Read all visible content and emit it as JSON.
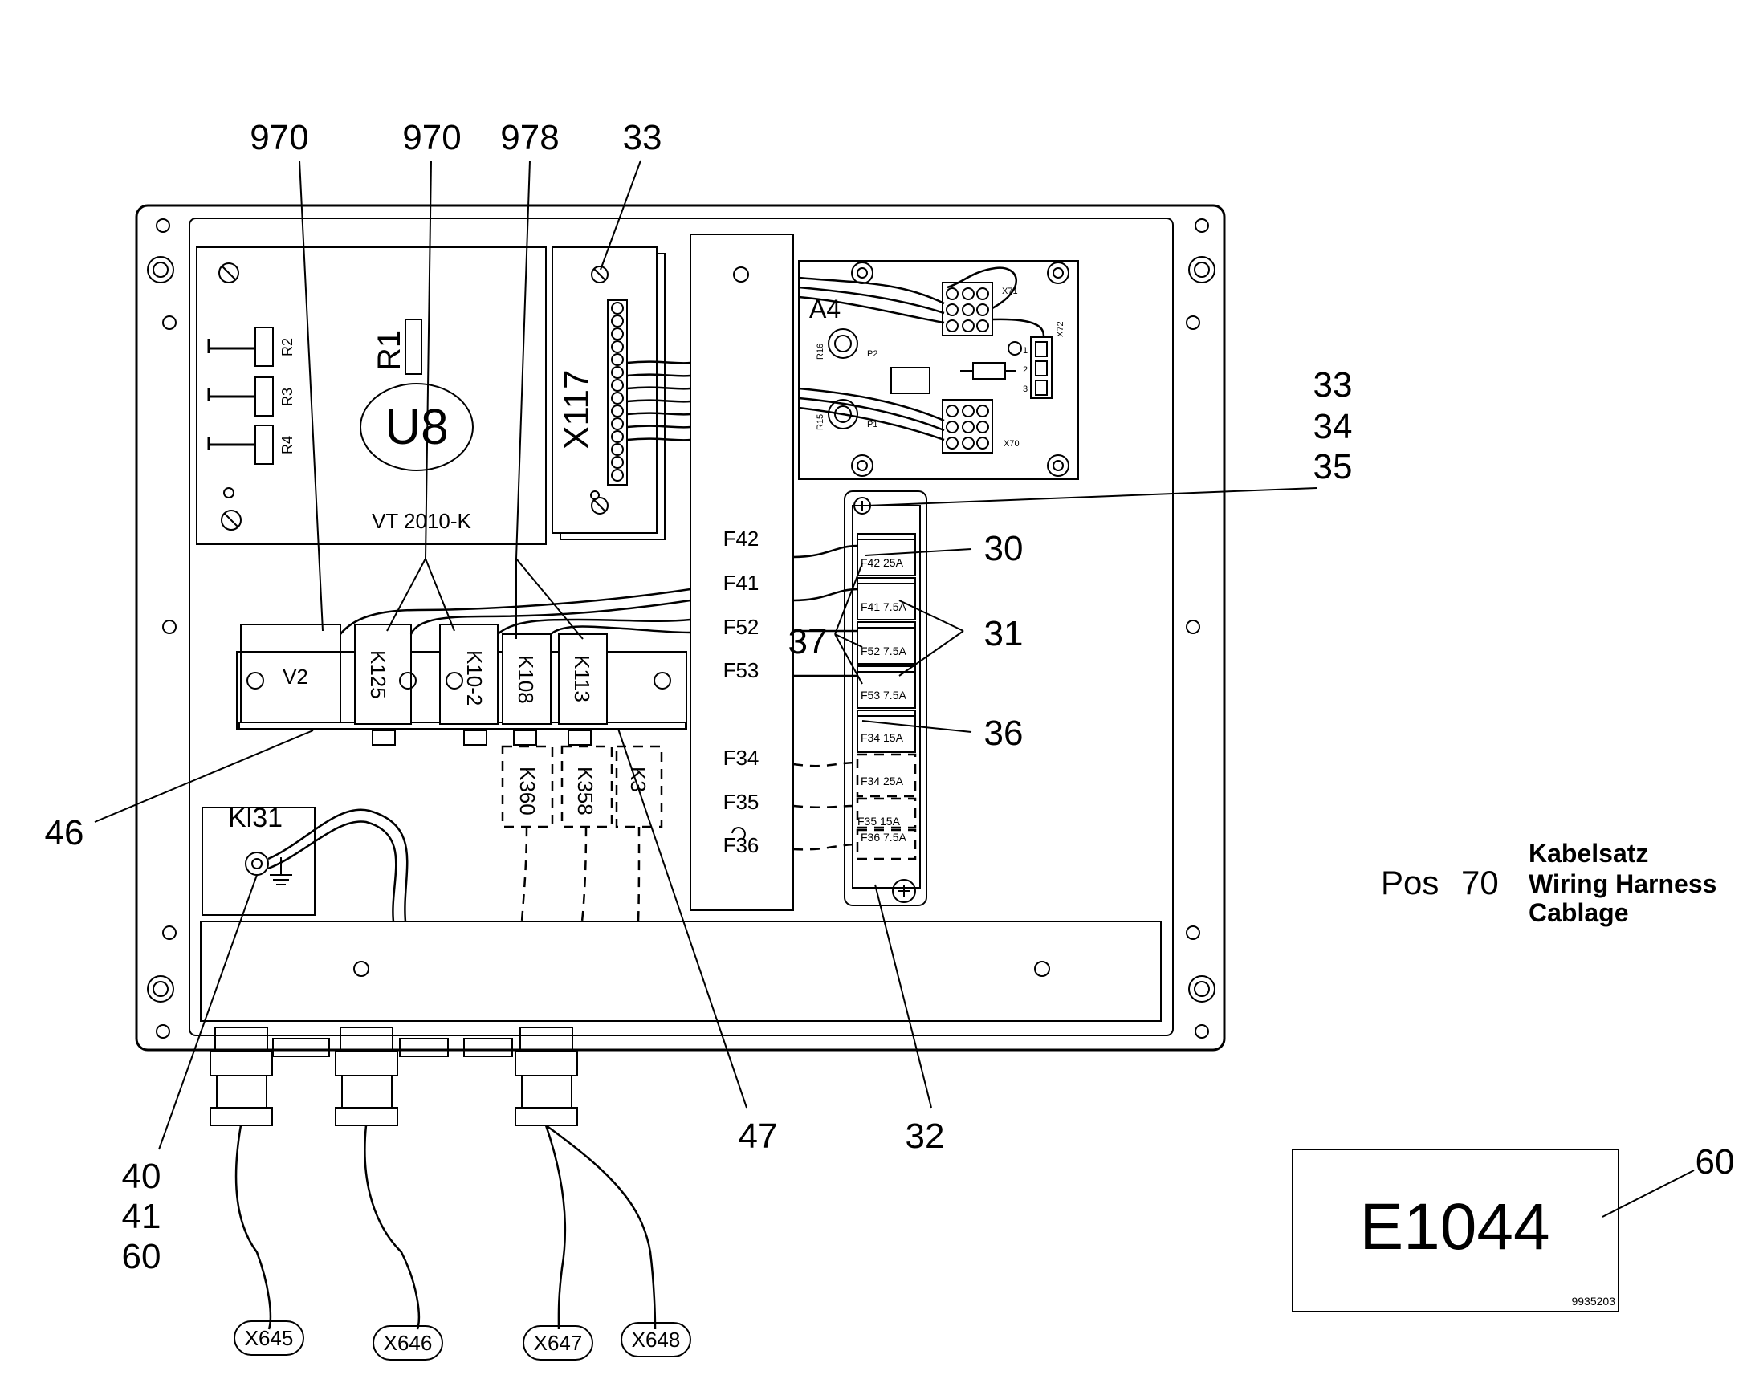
{
  "callouts": {
    "top_970_a": "970",
    "top_970_b": "970",
    "top_978": "978",
    "top_33": "33",
    "right_33": "33",
    "right_34": "34",
    "right_35": "35",
    "n30": "30",
    "n31": "31",
    "n37": "37",
    "n36": "36",
    "n46": "46",
    "n47": "47",
    "n32": "32",
    "n40": "40",
    "n41": "41",
    "n60_left": "60",
    "n60_label": "60"
  },
  "board_u8": {
    "r1": "R1",
    "u8": "U8",
    "r2": "R2",
    "r3": "R3",
    "r4": "R4",
    "model": "VT 2010-K"
  },
  "terminal_block": {
    "label": "X117"
  },
  "relays": {
    "v2": "V2",
    "k125": "K125",
    "k10_2": "K10-2",
    "k108": "K108",
    "k113": "K113",
    "k360": "K360",
    "k358": "K358",
    "k3x": "K3"
  },
  "fuse_labels": [
    "F42",
    "F41",
    "F52",
    "F53",
    "F34",
    "F35",
    "F36"
  ],
  "fuse_holder": [
    "F42 25A",
    "F41 7.5A",
    "F52 7.5A",
    "F53 7.5A",
    "F34 15A",
    "F34 25A",
    "F35 15A",
    "F36 7.5A"
  ],
  "module_a4": {
    "label": "A4",
    "x71": "X71",
    "x72": "X72",
    "x70": "X70",
    "p1": "P1",
    "p2": "P2",
    "r15": "R15",
    "r16": "R16",
    "pins": [
      "1",
      "2",
      "3"
    ]
  },
  "ground": {
    "label": "Kl31"
  },
  "connectors": [
    "X645",
    "X646",
    "X647",
    "X648"
  ],
  "pos": {
    "prefix": "Pos",
    "number": "70",
    "title_de": "Kabelsatz",
    "title_en": "Wiring Harness",
    "title_fr": "Cablage"
  },
  "label_box": {
    "code": "E1044",
    "ref": "9935203"
  }
}
